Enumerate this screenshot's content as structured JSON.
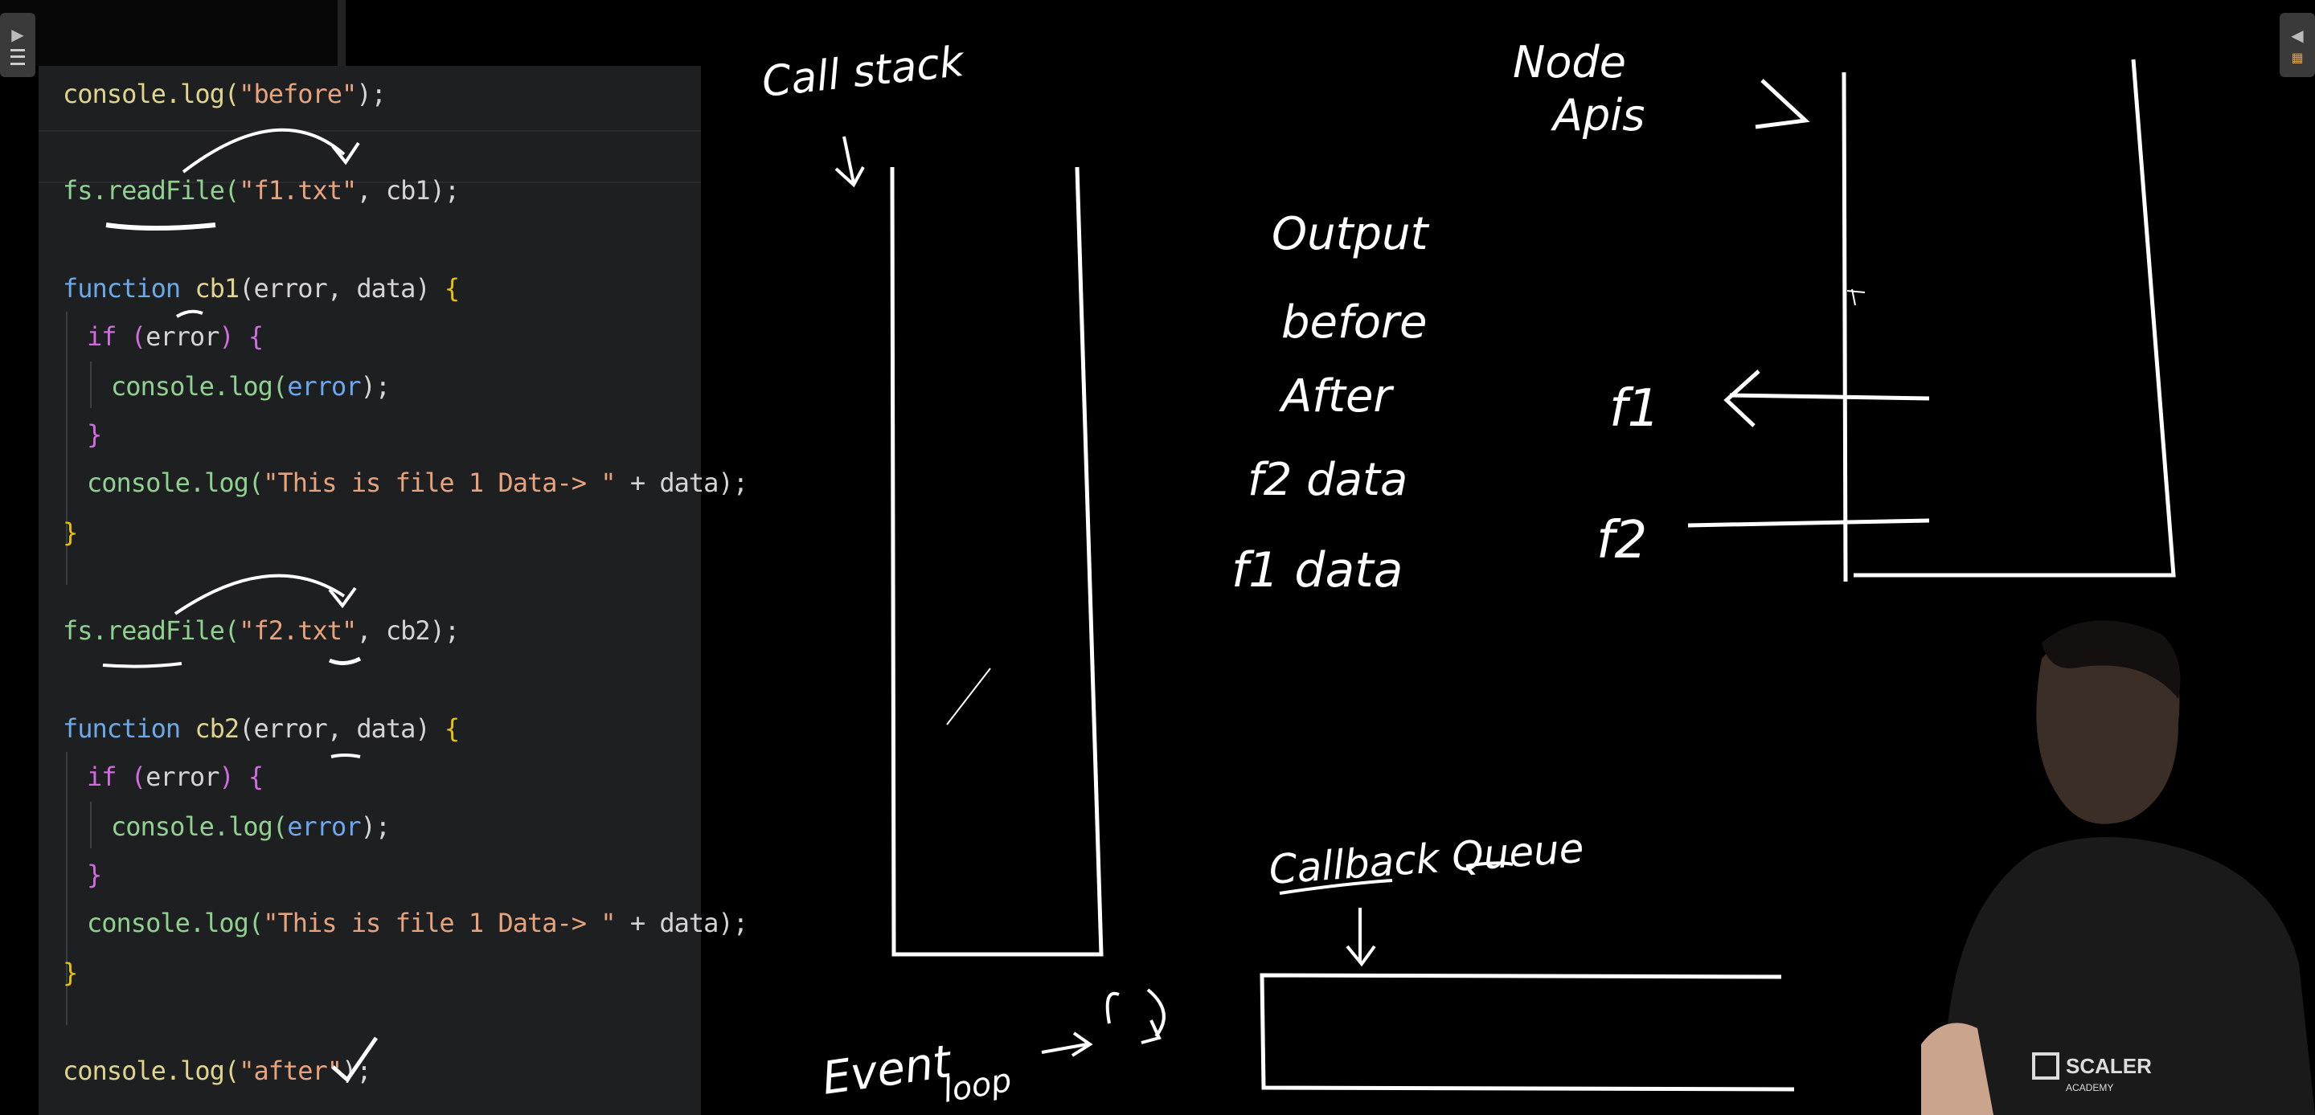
{
  "code": {
    "line1": [
      "console.log(",
      "\"before\"",
      ");"
    ],
    "line2": [
      "fs.readFile(",
      "\"f1.txt\"",
      ", cb1);"
    ],
    "fn1_header": [
      "function ",
      "cb1",
      "(error, data) ",
      "{"
    ],
    "fn1_if": [
      "if (",
      "error",
      ") ",
      "{"
    ],
    "fn1_log_error": [
      "console.log(",
      "error",
      ");"
    ],
    "fn1_close_if": "}",
    "fn1_log_data": [
      "console.log(",
      "\"This is file 1 Data-> \"",
      " + data);"
    ],
    "fn1_close": "}",
    "line3": [
      "fs.readFile(",
      "\"f2.txt\"",
      ", cb2);"
    ],
    "fn2_header": [
      "function ",
      "cb2",
      "(error, data) ",
      "{"
    ],
    "fn2_if": [
      "if (",
      "error",
      ") ",
      "{"
    ],
    "fn2_log_error": [
      "console.log(",
      "error",
      ");"
    ],
    "fn2_close_if": "}",
    "fn2_log_data": [
      "console.log(",
      "\"This is file 1 Data-> \"",
      " + data);"
    ],
    "fn2_close": "}",
    "line4": [
      "console.log(",
      "\"after\"",
      ");"
    ]
  },
  "whiteboard": {
    "call_stack_label": "Call stack",
    "node_apis_label_1": "Node",
    "node_apis_label_2": "Apis",
    "output_title": "Output",
    "output_lines": [
      "before",
      "After",
      "f2 data",
      "f1 data"
    ],
    "f1_label": "f1",
    "f2_label": "f2",
    "callback_queue_label": "Callback Queue",
    "event_loop_label_1": "Event",
    "event_loop_label_2": "loop"
  },
  "branding": {
    "logo_text": "SCALER",
    "logo_subtext": "ACADEMY"
  },
  "colors": {
    "editor_bg": "#1d1f21",
    "board_bg": "#000000",
    "chalk": "#ffffff"
  }
}
